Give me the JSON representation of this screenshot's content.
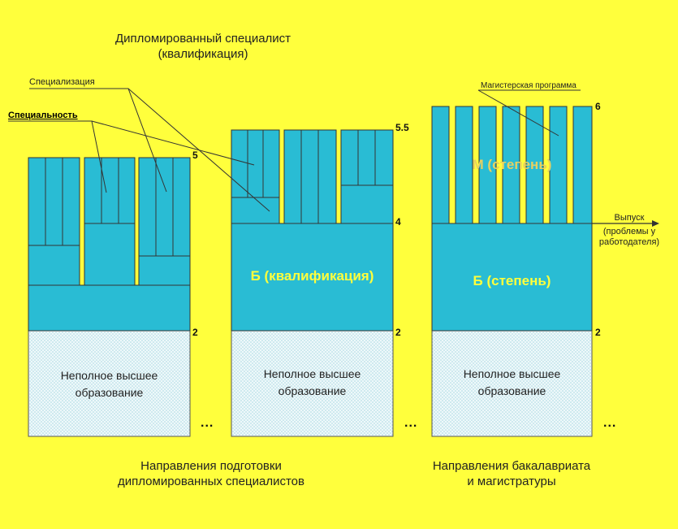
{
  "title": {
    "line1": "Дипломированный специалист",
    "line2": "(квалификация)"
  },
  "labels": {
    "specialization": "Специализация",
    "specialty": "Специальность",
    "masters_program": "Магистерская программа",
    "bachelor_qual": "Б (квалификация)",
    "bachelor_degree": "Б (степень)",
    "master_degree": "М (степень)",
    "exit_line1": "Выпуск",
    "exit_line2": "(проблемы у",
    "exit_line3": "работодателя)"
  },
  "incomplete": {
    "line1": "Неполное высшее",
    "line2": "образование"
  },
  "levels": {
    "two_a": "2",
    "two_b": "2",
    "two_c": "2",
    "four": "4",
    "five": "5",
    "five_five": "5.5",
    "six": "6"
  },
  "ellipsis": "...",
  "captions": {
    "left_line1": "Направления подготовки",
    "left_line2": "дипломированных специалистов",
    "right_line1": "Направления бакалавриата",
    "right_line2": "и магистратуры"
  },
  "colors": {
    "background": "#ffff3c",
    "block": "#29bcd4",
    "dotted": "#d8f0f4",
    "line": "#333333"
  }
}
